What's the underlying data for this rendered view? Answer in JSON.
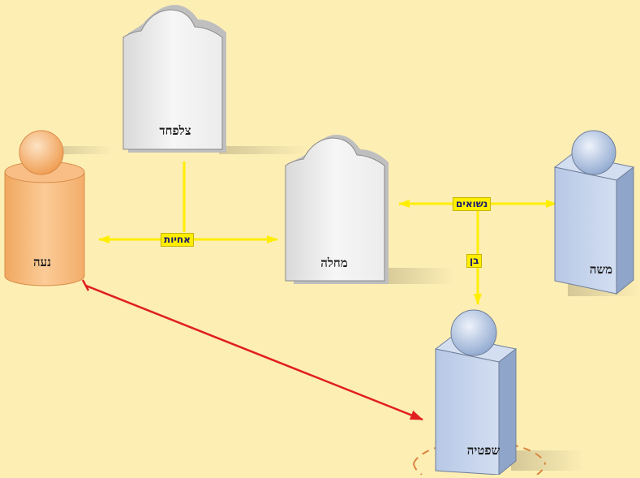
{
  "colors": {
    "background": "#fdeeb4",
    "connector": "#ffee00",
    "arrow_red": "#e0201e",
    "female_figure": "#f4a966",
    "male_figure": "#b9c9e4",
    "tombstone": "#eeeeee",
    "highlight_ring": "#d9863f"
  },
  "nodes": {
    "tzelofchad": {
      "label": "צלפחד",
      "shape": "tombstone"
    },
    "machla": {
      "label": "מחלה",
      "shape": "tombstone"
    },
    "noa": {
      "label": "נעה",
      "shape": "cylinder-figure"
    },
    "moshe": {
      "label": "משה",
      "shape": "box-figure"
    },
    "shiftiya": {
      "label": "שפטיה",
      "shape": "box-figure",
      "highlighted": true
    }
  },
  "relations": {
    "siblings": "אחיות",
    "marriage": "נשואים",
    "son": "בן"
  }
}
